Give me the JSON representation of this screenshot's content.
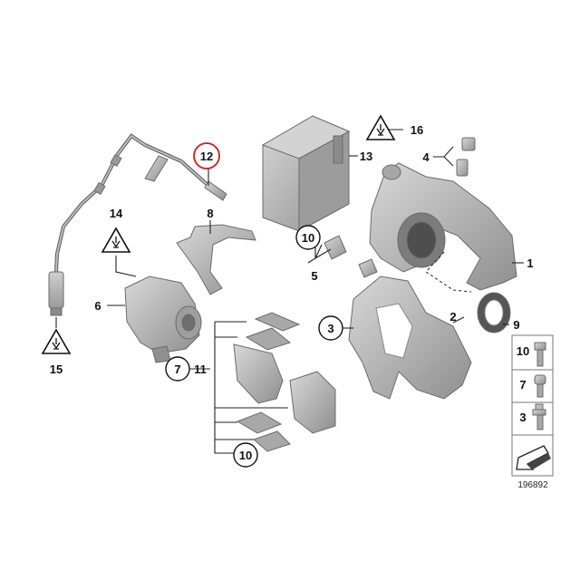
{
  "diagram": {
    "reference_number": "196892",
    "labels": {
      "p1": "1",
      "p2": "2",
      "p3": "3",
      "p4": "4",
      "p5": "5",
      "p6": "6",
      "p7": "7",
      "p8": "8",
      "p9": "9",
      "p10": "10",
      "p11": "11",
      "p12": "12",
      "p13": "13",
      "p14": "14",
      "p15": "15",
      "p16": "16"
    },
    "legend": [
      {
        "label": "10",
        "icon": "hex-bolt-icon"
      },
      {
        "label": "7",
        "icon": "socket-head-bolt-icon"
      },
      {
        "label": "3",
        "icon": "flange-bolt-icon"
      }
    ],
    "colors": {
      "part_fill": "#b9b9b9",
      "part_shade": "#8e8e8e",
      "line": "#222222",
      "highlight_circle": "#d01c1c"
    }
  }
}
